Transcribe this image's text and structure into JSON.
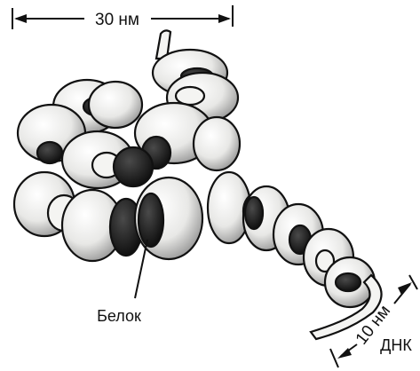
{
  "labels": {
    "top_dimension": "30 нм",
    "coil_dimension": "10 нм",
    "protein": "Белок",
    "dna": "ДНК"
  },
  "colors": {
    "ink": "#111111",
    "ring_light": "#f4f4f2",
    "ring_shadow": "#6f6f6f",
    "core_dark": "#1a1a1a",
    "background": "#ffffff"
  }
}
